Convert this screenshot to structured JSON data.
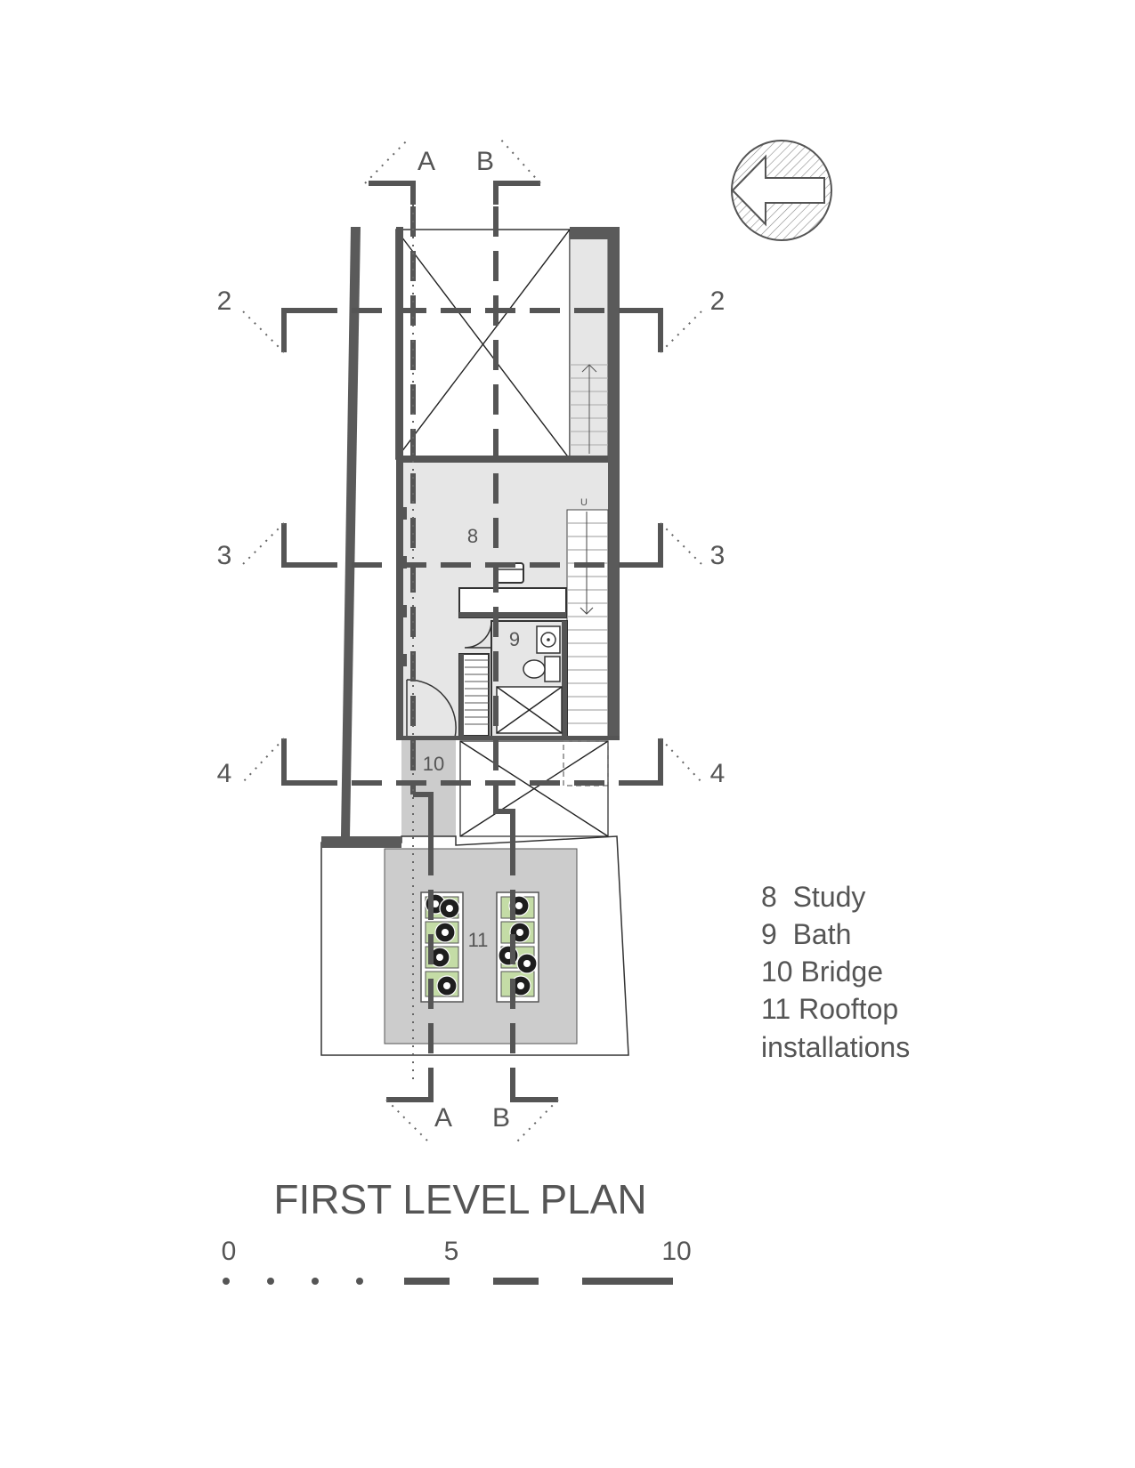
{
  "title": "FIRST LEVEL PLAN",
  "section_marks": {
    "a": "A",
    "b": "B",
    "two": "2",
    "three": "3",
    "four": "4"
  },
  "room_numbers": {
    "study": "8",
    "bath": "9",
    "bridge": "10",
    "rooftop": "11"
  },
  "stair_up_marker": "U",
  "legend": [
    "8  Study",
    "9  Bath",
    "10 Bridge",
    "11 Rooftop",
    "installations"
  ],
  "scale_bar": {
    "start": "0",
    "mid": "5",
    "end": "10"
  },
  "icons": [
    "north-arrow-icon",
    "plant-icon"
  ],
  "colors": {
    "line": "#555555",
    "floor_fill": "#e6e6e6",
    "rooftop_fill": "#cccccc",
    "planter_green": "#c4dca6"
  }
}
